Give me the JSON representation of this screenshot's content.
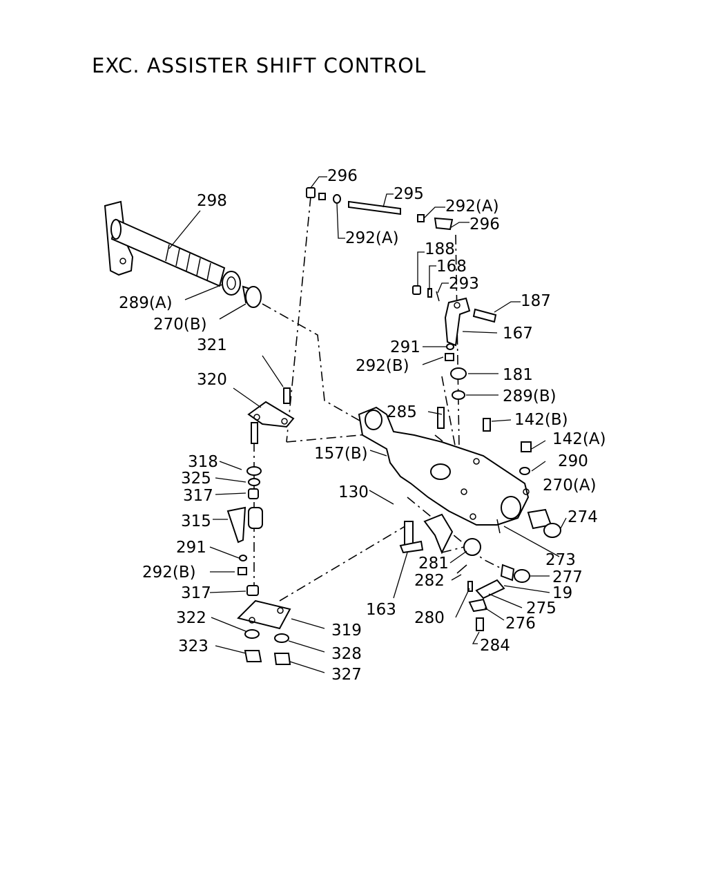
{
  "title": "EXC. ASSISTER SHIFT CONTROL",
  "labels": {
    "p296a": "296",
    "p295": "295",
    "p298": "298",
    "p292a_top": "292(A)",
    "p296b": "296",
    "p292a_mid": "292(A)",
    "p188": "188",
    "p168": "168",
    "p293": "293",
    "p187": "187",
    "p289a": "289(A)",
    "p270b": "270(B)",
    "p167": "167",
    "p321": "321",
    "p291_top": "291",
    "p292b_top": "292(B)",
    "p181": "181",
    "p320": "320",
    "p289b": "289(B)",
    "p285": "285",
    "p142b": "142(B)",
    "p142a": "142(A)",
    "p157b": "157(B)",
    "p318": "318",
    "p290": "290",
    "p325": "325",
    "p270a": "270(A)",
    "p317_top": "317",
    "p130": "130",
    "p315": "315",
    "p274": "274",
    "p291_bot": "291",
    "p273": "273",
    "p281": "281",
    "p292b_bot": "292(B)",
    "p277": "277",
    "p282": "282",
    "p317_bot": "317",
    "p19": "19",
    "p163": "163",
    "p275": "275",
    "p280": "280",
    "p322": "322",
    "p276": "276",
    "p319": "319",
    "p284": "284",
    "p323": "323",
    "p328": "328",
    "p327": "327"
  }
}
